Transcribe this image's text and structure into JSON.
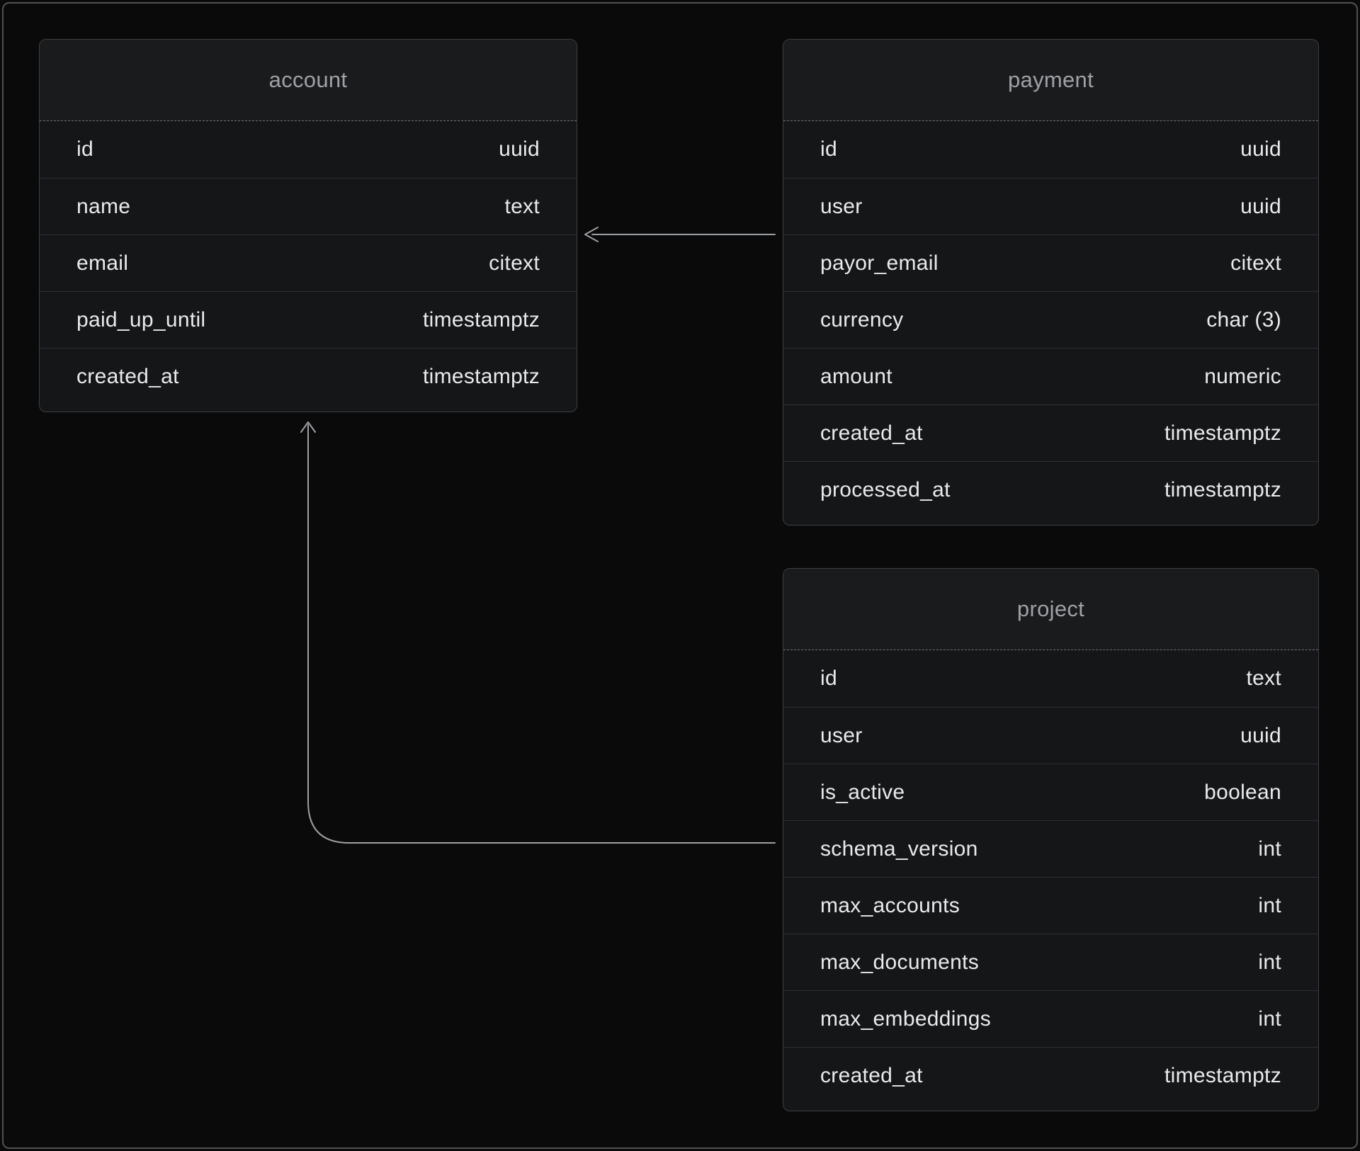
{
  "diagram": {
    "tables": [
      {
        "title": "account",
        "columns": [
          {
            "name": "id",
            "type": "uuid"
          },
          {
            "name": "name",
            "type": "text"
          },
          {
            "name": "email",
            "type": "citext"
          },
          {
            "name": "paid_up_until",
            "type": "timestamptz"
          },
          {
            "name": "created_at",
            "type": "timestamptz"
          }
        ]
      },
      {
        "title": "payment",
        "columns": [
          {
            "name": "id",
            "type": "uuid"
          },
          {
            "name": "user",
            "type": "uuid"
          },
          {
            "name": "payor_email",
            "type": "citext"
          },
          {
            "name": "currency",
            "type": "char (3)"
          },
          {
            "name": "amount",
            "type": "numeric"
          },
          {
            "name": "created_at",
            "type": "timestamptz"
          },
          {
            "name": "processed_at",
            "type": "timestamptz"
          }
        ]
      },
      {
        "title": "project",
        "columns": [
          {
            "name": "id",
            "type": "text"
          },
          {
            "name": "user",
            "type": "uuid"
          },
          {
            "name": "is_active",
            "type": "boolean"
          },
          {
            "name": "schema_version",
            "type": "int"
          },
          {
            "name": "max_accounts",
            "type": "int"
          },
          {
            "name": "max_documents",
            "type": "int"
          },
          {
            "name": "max_embeddings",
            "type": "int"
          },
          {
            "name": "created_at",
            "type": "timestamptz"
          }
        ]
      }
    ],
    "relations": [
      {
        "from": "payment.user",
        "to": "account"
      },
      {
        "from": "project.user",
        "to": "account"
      }
    ],
    "colors": {
      "canvas_bg": "#0a0a0b",
      "table_bg": "#151618",
      "header_bg": "#1a1b1d",
      "table_border": "#3e3f42",
      "row_divider": "#2e2f32",
      "header_divider": "#6f7073",
      "title_text": "#9fa1a6",
      "field_text": "#e9eaec",
      "connector": "#9da0a3",
      "frame_border": "#505154"
    }
  }
}
